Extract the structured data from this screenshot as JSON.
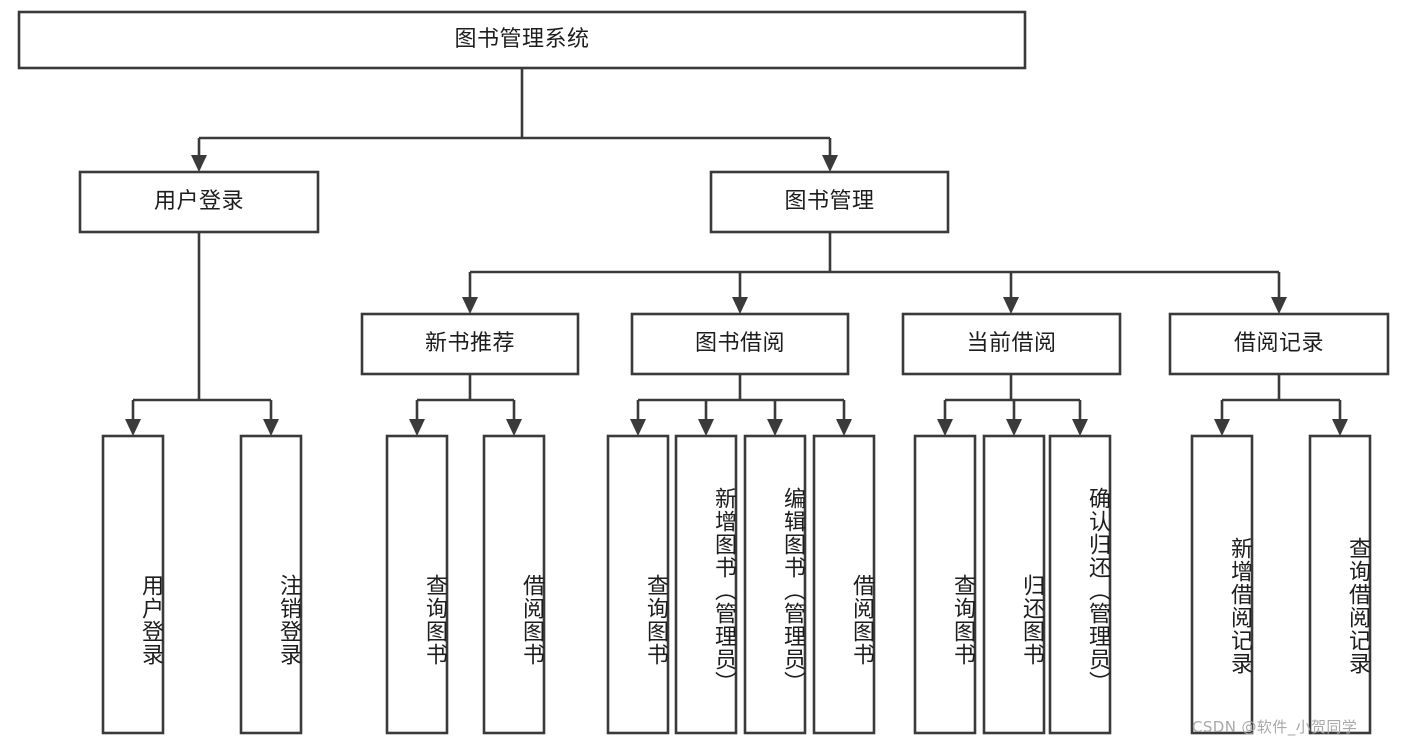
{
  "diagram": {
    "type": "tree-hierarchy-flowchart",
    "title": "图书管理系统",
    "orientation": "top-down",
    "box_style": {
      "fill": "#ffffff",
      "stroke": "#3a3a3a",
      "text_color": "#1d1d1d"
    },
    "levels": [
      {
        "level": 1,
        "nodes": [
          {
            "id": "root",
            "label": "图书管理系统",
            "text_direction": "horizontal"
          }
        ]
      },
      {
        "level": 2,
        "nodes": [
          {
            "id": "user_login",
            "label": "用户登录",
            "text_direction": "horizontal",
            "parent": "root"
          },
          {
            "id": "book_manage",
            "label": "图书管理",
            "text_direction": "horizontal",
            "parent": "root"
          }
        ]
      },
      {
        "level": 3,
        "nodes": [
          {
            "id": "new_book_rec",
            "label": "新书推荐",
            "text_direction": "horizontal",
            "parent": "book_manage"
          },
          {
            "id": "book_borrow",
            "label": "图书借阅",
            "text_direction": "horizontal",
            "parent": "book_manage"
          },
          {
            "id": "current_borrow",
            "label": "当前借阅",
            "text_direction": "horizontal",
            "parent": "book_manage"
          },
          {
            "id": "borrow_record",
            "label": "借阅记录",
            "text_direction": "horizontal",
            "parent": "book_manage"
          }
        ]
      },
      {
        "level": 4,
        "nodes": [
          {
            "id": "leaf_user_login",
            "label": "用户登录",
            "text_direction": "vertical",
            "parent": "user_login"
          },
          {
            "id": "leaf_logout",
            "label": "注销登录",
            "text_direction": "vertical",
            "parent": "user_login"
          },
          {
            "id": "leaf_query_book_1",
            "label": "查询图书",
            "text_direction": "vertical",
            "parent": "new_book_rec"
          },
          {
            "id": "leaf_borrow_book_1",
            "label": "借阅图书",
            "text_direction": "vertical",
            "parent": "new_book_rec"
          },
          {
            "id": "leaf_query_book_2",
            "label": "查询图书",
            "text_direction": "vertical",
            "parent": "book_borrow"
          },
          {
            "id": "leaf_add_book",
            "label": "新增图书（管理员）",
            "text_direction": "vertical",
            "parent": "book_borrow"
          },
          {
            "id": "leaf_edit_book",
            "label": "编辑图书（管理员）",
            "text_direction": "vertical",
            "parent": "book_borrow"
          },
          {
            "id": "leaf_borrow_book_2",
            "label": "借阅图书",
            "text_direction": "vertical",
            "parent": "book_borrow"
          },
          {
            "id": "leaf_query_book_3",
            "label": "查询图书",
            "text_direction": "vertical",
            "parent": "current_borrow"
          },
          {
            "id": "leaf_return_book",
            "label": "归还图书",
            "text_direction": "vertical",
            "parent": "current_borrow"
          },
          {
            "id": "leaf_confirm_return",
            "label": "确认归还（管理员）",
            "text_direction": "vertical",
            "parent": "current_borrow"
          },
          {
            "id": "leaf_add_record",
            "label": "新增借阅记录",
            "text_direction": "vertical",
            "parent": "borrow_record"
          },
          {
            "id": "leaf_query_record",
            "label": "查询借阅记录",
            "text_direction": "vertical",
            "parent": "borrow_record"
          }
        ]
      }
    ]
  },
  "watermark": {
    "text": "CSDN @软件_小贺同学"
  }
}
